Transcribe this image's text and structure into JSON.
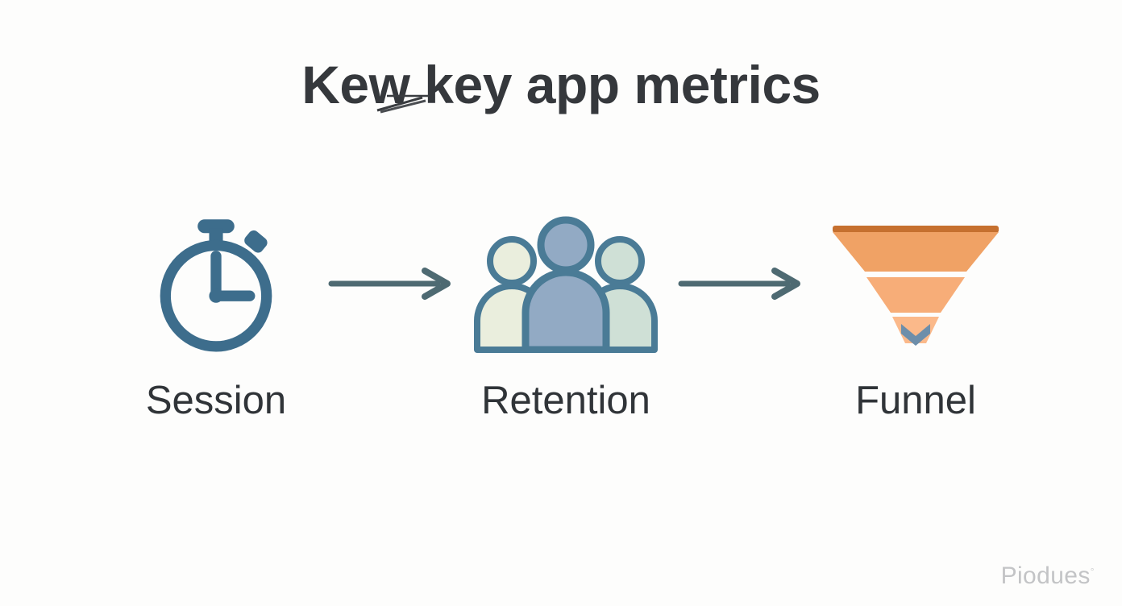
{
  "slide": {
    "title": "Kew key app metrics",
    "background_color": "#fdfdfc",
    "title_color": "#35383c"
  },
  "palette": {
    "icon_outline_blue": "#3d6d8c",
    "arrow_slate": "#4e6a72",
    "person_center_fill": "#92aac4",
    "person_left_fill": "#eaeedd",
    "person_right_fill": "#cfe0d6",
    "funnel_top_bar": "#c6702f",
    "funnel_tier_1": "#f0a265",
    "funnel_tier_2": "#f7ad78",
    "funnel_tier_3": "#fbb98a",
    "funnel_drop_blue": "#6d8eaa",
    "label_text": "#303438",
    "watermark_gray": "#c3c4c6"
  },
  "flow": {
    "steps": [
      {
        "id": "session",
        "label": "Session",
        "icon": "stopwatch-icon"
      },
      {
        "id": "retention",
        "label": "Retention",
        "icon": "people-group-icon"
      },
      {
        "id": "funnel",
        "label": "Funnel",
        "icon": "funnel-icon"
      }
    ],
    "connectors": [
      {
        "id": "arrow-1",
        "icon": "arrow-right-icon"
      },
      {
        "id": "arrow-2",
        "icon": "arrow-right-icon"
      }
    ]
  },
  "watermark": {
    "text": "Piodues",
    "mark": "°"
  }
}
